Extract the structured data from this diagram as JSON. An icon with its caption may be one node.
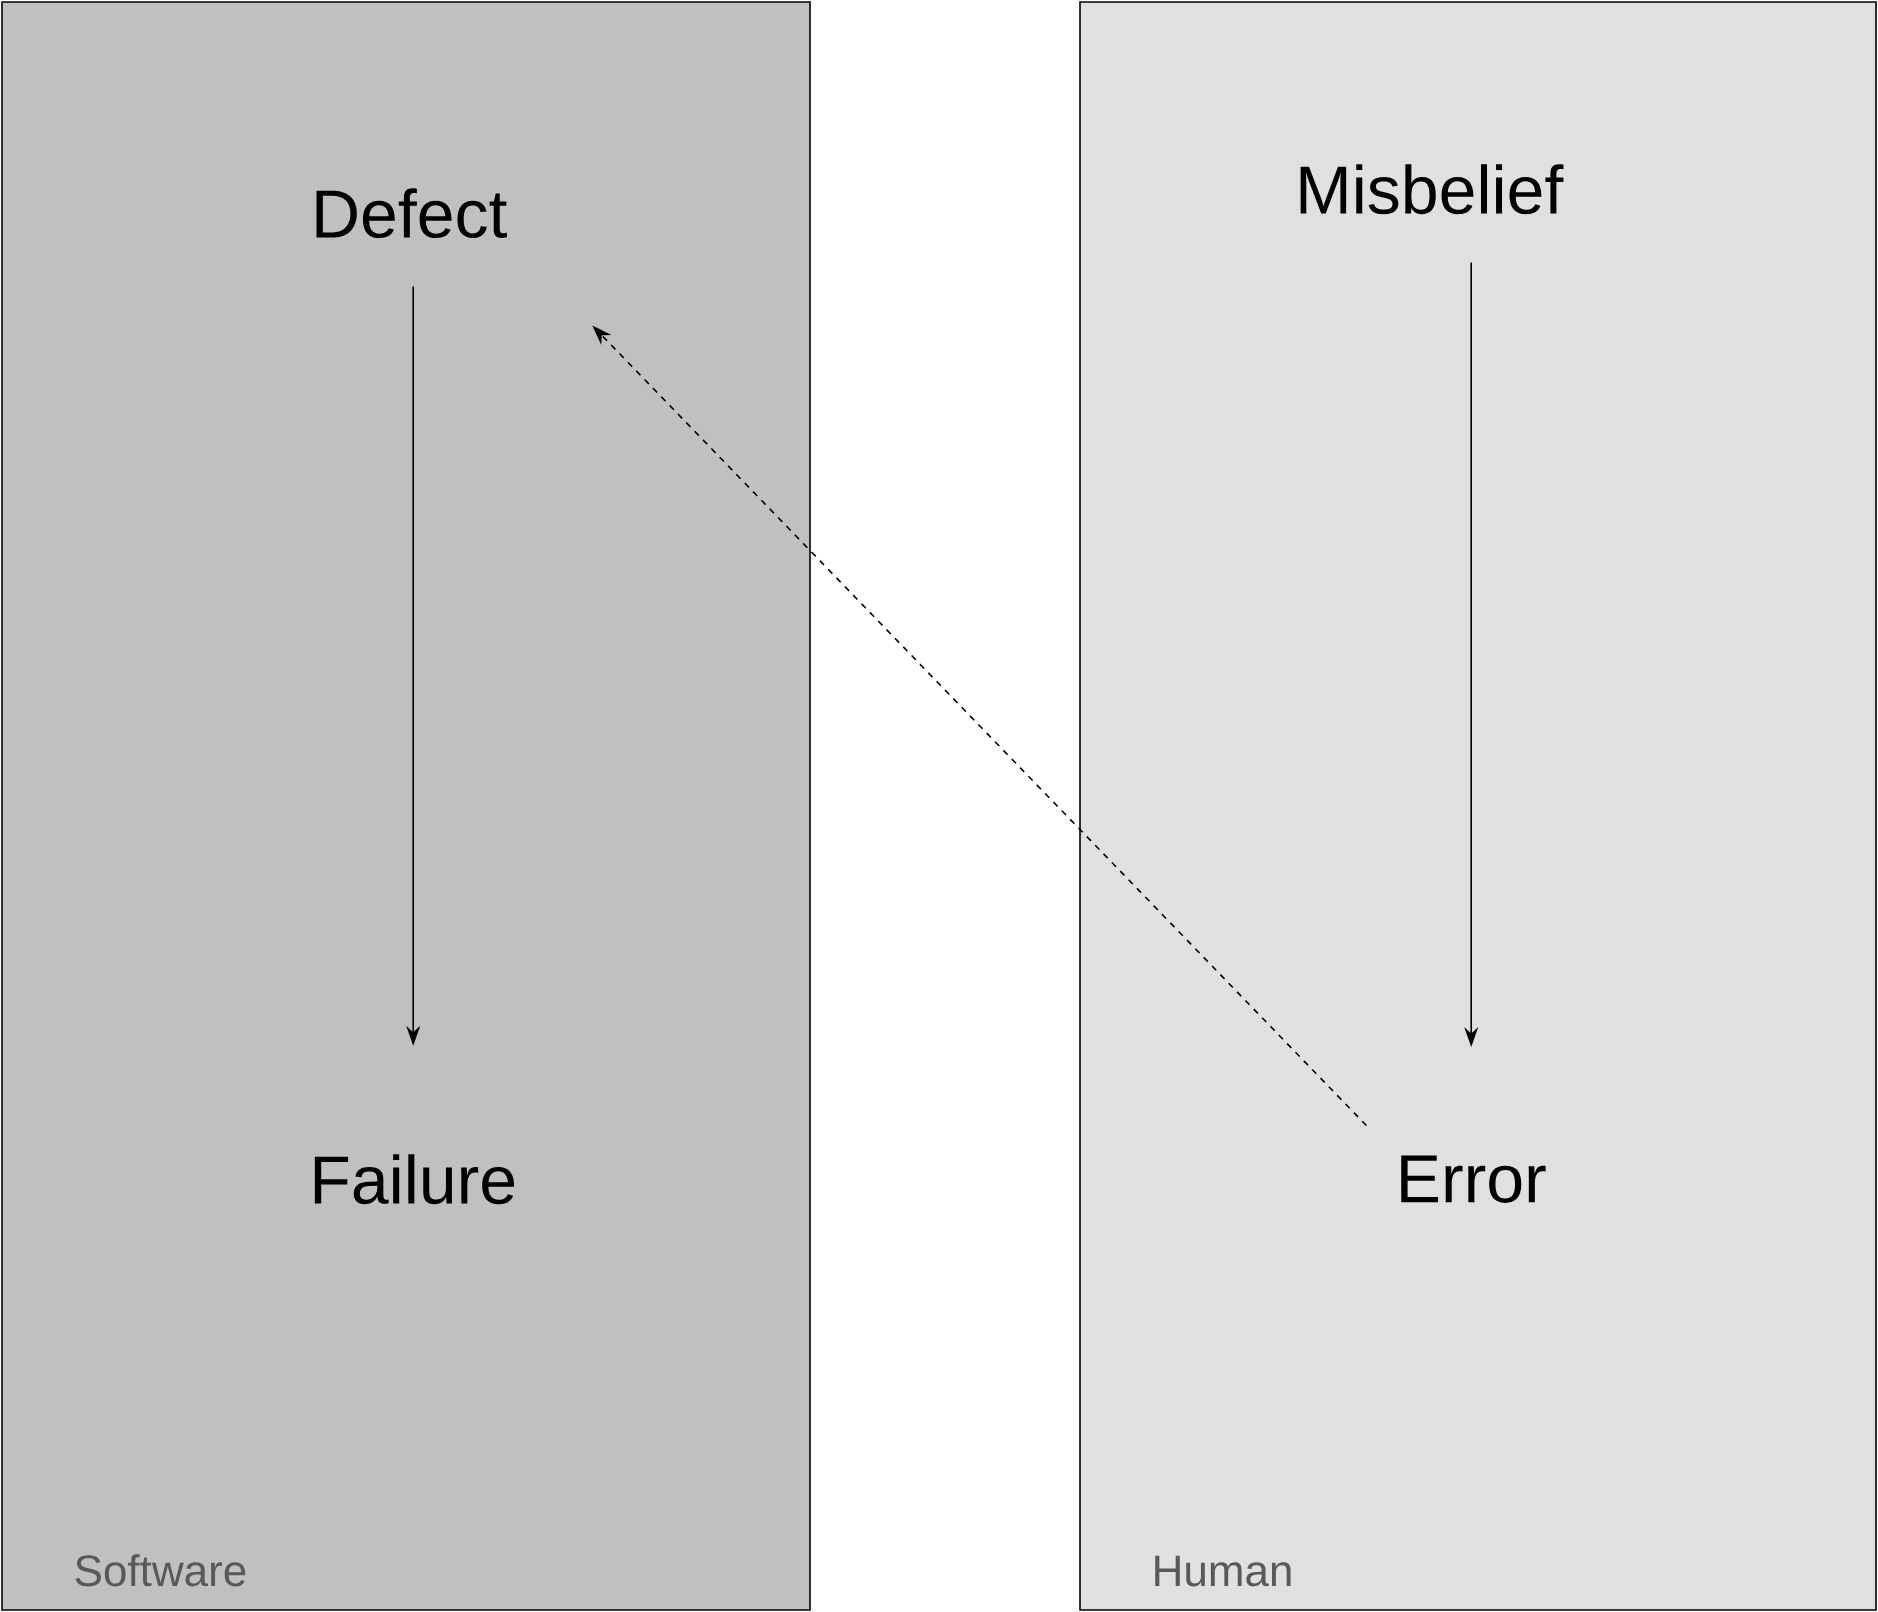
{
  "diagram": {
    "nodes": [
      {
        "text": [
          "Software"
        ]
      },
      {
        "text": [
          "Defect"
        ],
        "in": 0
      },
      {
        "text": [
          "Failure"
        ],
        "in": 0
      },
      {
        "text": [
          "Human"
        ]
      },
      {
        "text": [
          "Misbelief"
        ],
        "in": 3
      },
      {
        "text": [
          "Error"
        ],
        "in": 3
      }
    ],
    "edges": [
      {
        "from": 1,
        "to": 2,
        "arrow": "to"
      },
      {
        "from": 4,
        "to": 5,
        "arrow": "to"
      },
      {
        "from": 5,
        "to": 1,
        "arrow": "to",
        "style": "dashed"
      }
    ]
  }
}
